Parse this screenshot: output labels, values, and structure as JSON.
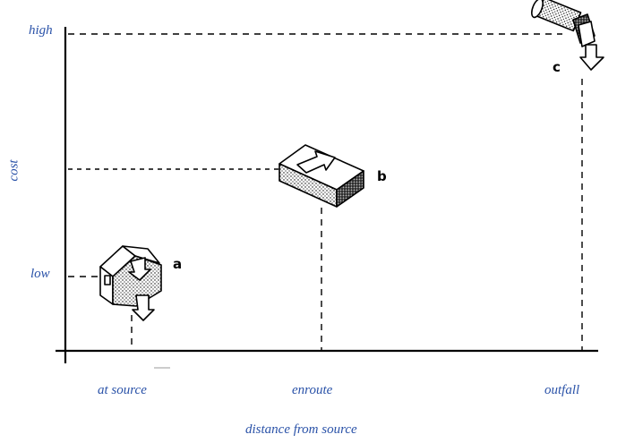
{
  "y_axis": {
    "title": "cost",
    "ticks": {
      "high": "high",
      "low": "low"
    }
  },
  "x_axis": {
    "title": "distance from source",
    "ticks": {
      "source": "at source",
      "enroute": "enroute",
      "outfall": "outfall"
    }
  },
  "markers": {
    "a": "a",
    "b": "b",
    "c": "c"
  },
  "colors": {
    "label_blue": "#2a52a8",
    "ink": "#000000"
  },
  "icons": [
    "house-treatment-icon",
    "enroute-treatment-icon",
    "outfall-pipe-icon"
  ]
}
